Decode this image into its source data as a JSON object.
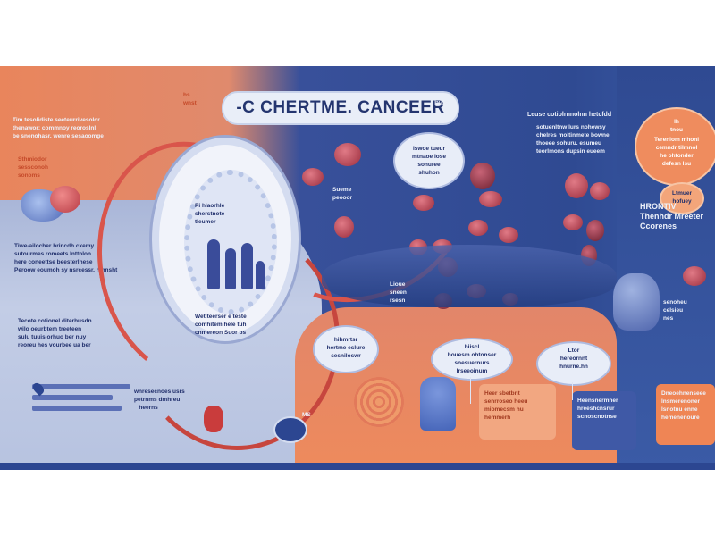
{
  "header": {
    "title": "-C CHERTME. CANCEER",
    "title_mark": "hws",
    "left_tag": "hs\nwnst"
  },
  "left_panel": {
    "intro": "Tim tesolidiste seeteurrivesolor\nthenawor: commnoy reoroslnl\nbe snenohasr. wenre sesaoomge",
    "orange_tag": "Sthmiodor\nsessconoh\nsonoms",
    "mid_block": "Tiwe-ailocher hrincdh cxemy\nsutourmes romeets lnttnlon\nhere coneettse beesterlnese\nPeroow eoumoh sy nsrcessr. hmnsht",
    "mid_block2": "Tecote cotionel diterhusdn\nwilo oeurbtem treeteen\nsulu tuuis orhuo ber nuy\nreoreu hes vourbee ua ber",
    "legend_text": "wnresecnoes usrs\npetrnms dmhreu\n   heerns"
  },
  "center": {
    "oval_caption": "Pi hlaorhle\nsherstnote\ntleumer",
    "oval_footer": "Wetiteerser e teste\ncomhitem hele tuh\ncnmereon Suor bs",
    "cell_label": "Sueme\npeooor",
    "bubble_mid": "lswoe tueur\nmtnaoe lose\nsonuree\nshuhon",
    "small_label_1": "Lioue\nsneen\nrsesn",
    "small_label_2": "hihmrtsr\nhertme eslure\nsesniloswr",
    "bubble_low": "hiiscl\nhouesm ohtonser\nsnesuernurs\nlrseeoinum",
    "panel_low": "Heer sbetbnt\nsenrroseo heeu\nmiomecsm hu\nhemmerh",
    "badge": "MS"
  },
  "right_panel": {
    "heading": "Leuse cotiolrnnolnn hetcfdd",
    "heading_text": "sotuenltnw lurs nohewsy\nchelres moltinmete bowne\nthoeee sohuru. esumeu\nteorlmons dupsin eueem",
    "orange_bubble_title": "Ih\ntnou",
    "orange_bubble_text": "Tereniom mhonl\ncemndr tilmnol\nhe ohtonder\ndefesn lsu",
    "small_bubble": "Ltmuer\nhofuey",
    "big_heading": "HRONTIV\nThenhdr Mreeter\nCcorenes",
    "right_label": "senoheu\ncelsieu\nnes",
    "bubble_right": "Ltor\nhereornnt\nhnurne.hn",
    "bottom_left_panel": "Heensnermner\nhreeshcnsrur\nscnoscnotnse",
    "bottom_right_panel": "Dneoehnenseee\nlnsmerenoner\nlsnotnu enne\nhemenenoure"
  },
  "colors": {
    "navy": "#2c4691",
    "orange": "#e9855c",
    "lavender": "#b7c3e0",
    "vessel_red": "#d9554b"
  }
}
